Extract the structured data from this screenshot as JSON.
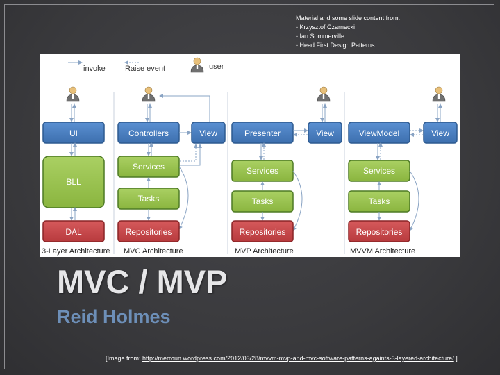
{
  "credits": {
    "heading": "Material and some slide content from:",
    "items": [
      "- Krzysztof Czarnecki",
      "- Ian Sommerville",
      "- Head First Design Patterns"
    ]
  },
  "legend": {
    "invoke": "invoke",
    "raise_event": "Raise event",
    "user": "user"
  },
  "three_layer": {
    "caption": "3-Layer Architecture",
    "ui": "UI",
    "bll": "BLL",
    "dal": "DAL"
  },
  "mvc": {
    "caption": "MVC Architecture",
    "controllers": "Controllers",
    "view": "View",
    "services": "Services",
    "tasks": "Tasks",
    "repositories": "Repositories"
  },
  "mvp": {
    "caption": "MVP Architecture",
    "presenter": "Presenter",
    "view": "View",
    "services": "Services",
    "tasks": "Tasks",
    "repositories": "Repositories"
  },
  "mvvm": {
    "caption": "MVVM Architecture",
    "viewmodel": "ViewModel",
    "view": "View",
    "services": "Services",
    "tasks": "Tasks",
    "repositories": "Repositories"
  },
  "slide": {
    "title": "MVC / MVP",
    "subtitle": "Reid Holmes",
    "source_prefix": "[Image from: ",
    "source_link": "http://merroun.wordpress.com/2012/03/28/mvvm-mvp-and-mvc-software-patterns-againts-3-layered-architecture/",
    "source_suffix": " ]"
  },
  "colors": {
    "blue_box": "#4a7fc1",
    "green_box": "#9bc34f",
    "red_box": "#c9474a",
    "background": "#3a3a3d",
    "subtitle": "#6d8fb8"
  }
}
